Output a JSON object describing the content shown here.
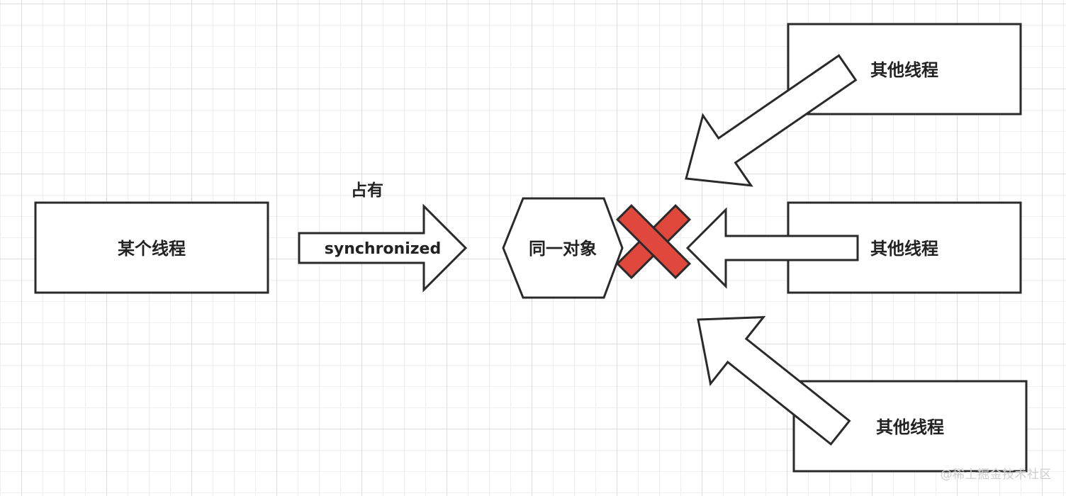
{
  "diagram": {
    "main_thread_label": "某个线程",
    "occupy_label": "占有",
    "sync_label": "synchronized",
    "object_label": "同一对象",
    "other_threads": [
      {
        "label": "其他线程"
      },
      {
        "label": "其他线程"
      },
      {
        "label": "其他线程"
      }
    ],
    "block_mark_color": "#e0473d",
    "stroke_color": "#2a2a2a"
  },
  "watermark": "@稀土掘金技术社区"
}
